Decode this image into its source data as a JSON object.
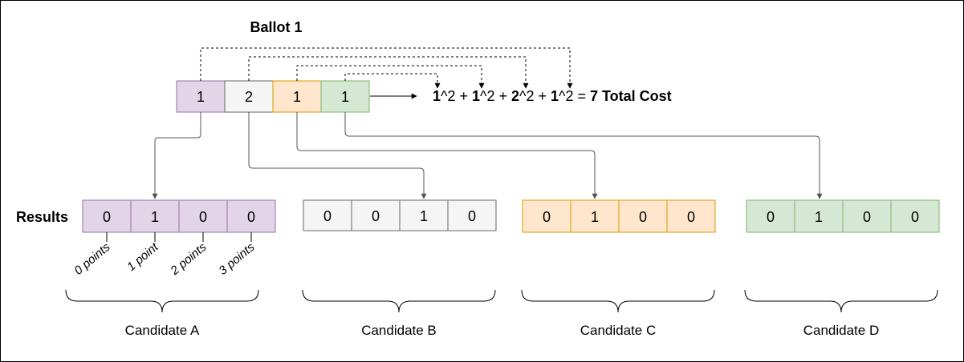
{
  "ballot": {
    "title": "Ballot 1",
    "values": [
      "1",
      "2",
      "1",
      "1"
    ],
    "colors": [
      {
        "fill": "#e1d5e7",
        "stroke": "#9673a6"
      },
      {
        "fill": "#f5f5f5",
        "stroke": "#666666"
      },
      {
        "fill": "#ffe6cc",
        "stroke": "#d79b00"
      },
      {
        "fill": "#d5e8d4",
        "stroke": "#82b366"
      }
    ]
  },
  "formula": {
    "terms": [
      "1",
      "^2 + ",
      "1",
      "^2 + ",
      "2",
      "^2 + ",
      "1",
      "^2 = "
    ],
    "total": "7 Total Cost"
  },
  "results": {
    "label": "Results",
    "candidates": [
      {
        "name": "Candidate A",
        "values": [
          "0",
          "1",
          "0",
          "0"
        ],
        "fill": "#e1d5e7",
        "stroke": "#9673a6"
      },
      {
        "name": "Candidate B",
        "values": [
          "0",
          "0",
          "1",
          "0"
        ],
        "fill": "#f5f5f5",
        "stroke": "#666666"
      },
      {
        "name": "Candidate C",
        "values": [
          "0",
          "1",
          "0",
          "0"
        ],
        "fill": "#ffe6cc",
        "stroke": "#d79b00"
      },
      {
        "name": "Candidate D",
        "values": [
          "0",
          "1",
          "0",
          "0"
        ],
        "fill": "#d5e8d4",
        "stroke": "#82b366"
      }
    ],
    "point_labels": [
      "0 points",
      "1 point",
      "2 points",
      "3 points"
    ]
  }
}
